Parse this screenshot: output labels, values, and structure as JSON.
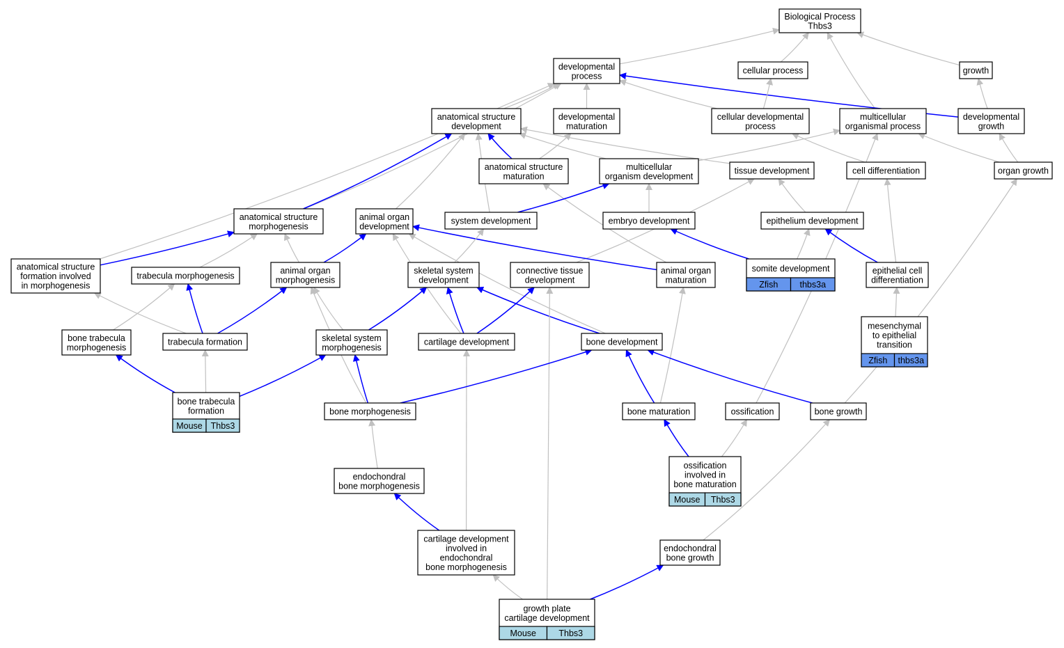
{
  "colors": {
    "edge_gray": "#c0c0c0",
    "edge_blue": "#0000ff",
    "tag_mouse": "#add8e6",
    "tag_zfish": "#6495ed",
    "box_stroke": "#000000",
    "background": "#ffffff"
  },
  "nodes": [
    {
      "id": "bp",
      "lines": [
        "Biological Process",
        "Thbs3"
      ]
    },
    {
      "id": "devproc",
      "lines": [
        "developmental",
        "process"
      ]
    },
    {
      "id": "cellproc",
      "lines": [
        "cellular process"
      ]
    },
    {
      "id": "growth",
      "lines": [
        "growth"
      ]
    },
    {
      "id": "asd",
      "lines": [
        "anatomical structure",
        "development"
      ]
    },
    {
      "id": "devmat",
      "lines": [
        "developmental",
        "maturation"
      ]
    },
    {
      "id": "celldevproc",
      "lines": [
        "cellular developmental",
        "process"
      ]
    },
    {
      "id": "multiorgproc",
      "lines": [
        "multicellular",
        "organismal process"
      ]
    },
    {
      "id": "devgrowth",
      "lines": [
        "developmental",
        "growth"
      ]
    },
    {
      "id": "asmat",
      "lines": [
        "anatomical structure",
        "maturation"
      ]
    },
    {
      "id": "multiorgdev",
      "lines": [
        "multicellular",
        "organism development"
      ]
    },
    {
      "id": "tissuedev",
      "lines": [
        "tissue development"
      ]
    },
    {
      "id": "celldiff",
      "lines": [
        "cell differentiation"
      ]
    },
    {
      "id": "organgrowth",
      "lines": [
        "organ growth"
      ]
    },
    {
      "id": "asmorph",
      "lines": [
        "anatomical structure",
        "morphogenesis"
      ]
    },
    {
      "id": "aodev",
      "lines": [
        "animal organ",
        "development"
      ]
    },
    {
      "id": "sysdev",
      "lines": [
        "system development"
      ]
    },
    {
      "id": "embryodev",
      "lines": [
        "embryo development"
      ]
    },
    {
      "id": "epidev",
      "lines": [
        "epithelium development"
      ]
    },
    {
      "id": "asformation",
      "lines": [
        "anatomical structure",
        "formation involved",
        "in morphogenesis"
      ]
    },
    {
      "id": "trabmorph",
      "lines": [
        "trabecula morphogenesis"
      ]
    },
    {
      "id": "aomorph",
      "lines": [
        "animal organ",
        "morphogenesis"
      ]
    },
    {
      "id": "skeldev",
      "lines": [
        "skeletal system",
        "development"
      ]
    },
    {
      "id": "ctdev",
      "lines": [
        "connective tissue",
        "development"
      ]
    },
    {
      "id": "aomat",
      "lines": [
        "animal organ",
        "maturation"
      ]
    },
    {
      "id": "somitedev",
      "lines": [
        "somite development"
      ],
      "tag": {
        "species": "Zfish",
        "gene": "thbs3a",
        "color": "#6495ed"
      }
    },
    {
      "id": "epicelldiff",
      "lines": [
        "epithelial cell",
        "differentiation"
      ]
    },
    {
      "id": "btmorph",
      "lines": [
        "bone trabecula",
        "morphogenesis"
      ]
    },
    {
      "id": "trabform",
      "lines": [
        "trabecula formation"
      ]
    },
    {
      "id": "skelmorph",
      "lines": [
        "skeletal system",
        "morphogenesis"
      ]
    },
    {
      "id": "cartdev",
      "lines": [
        "cartilage development"
      ]
    },
    {
      "id": "bonedev",
      "lines": [
        "bone development"
      ]
    },
    {
      "id": "mesenchymal",
      "lines": [
        "mesenchymal",
        "to epithelial",
        "transition"
      ],
      "tag": {
        "species": "Zfish",
        "gene": "thbs3a",
        "color": "#6495ed"
      }
    },
    {
      "id": "btformation",
      "lines": [
        "bone trabecula",
        "formation"
      ],
      "tag": {
        "species": "Mouse",
        "gene": "Thbs3",
        "color": "#add8e6"
      }
    },
    {
      "id": "bonemorph",
      "lines": [
        "bone morphogenesis"
      ]
    },
    {
      "id": "bonemat",
      "lines": [
        "bone maturation"
      ]
    },
    {
      "id": "ossification",
      "lines": [
        "ossification"
      ]
    },
    {
      "id": "bonegrowth",
      "lines": [
        "bone growth"
      ]
    },
    {
      "id": "ossinvmat",
      "lines": [
        "ossification",
        "involved in",
        "bone maturation"
      ],
      "tag": {
        "species": "Mouse",
        "gene": "Thbs3",
        "color": "#add8e6"
      }
    },
    {
      "id": "endobonemorph",
      "lines": [
        "endochondral",
        "bone morphogenesis"
      ]
    },
    {
      "id": "cartinvendo",
      "lines": [
        "cartilage development",
        "involved in",
        "endochondral",
        "bone morphogenesis"
      ]
    },
    {
      "id": "endobonegrowth",
      "lines": [
        "endochondral",
        "bone growth"
      ]
    },
    {
      "id": "growthplate",
      "lines": [
        "growth plate",
        "cartilage development"
      ],
      "tag": {
        "species": "Mouse",
        "gene": "Thbs3",
        "color": "#add8e6"
      }
    }
  ],
  "edges": [
    {
      "from": "devproc",
      "to": "bp",
      "kind": "gray"
    },
    {
      "from": "cellproc",
      "to": "bp",
      "kind": "gray"
    },
    {
      "from": "growth",
      "to": "bp",
      "kind": "gray"
    },
    {
      "from": "multiorgproc",
      "to": "bp",
      "kind": "gray"
    },
    {
      "from": "asd",
      "to": "devproc",
      "kind": "gray"
    },
    {
      "from": "devmat",
      "to": "devproc",
      "kind": "gray"
    },
    {
      "from": "celldevproc",
      "to": "devproc",
      "kind": "gray"
    },
    {
      "from": "devgrowth",
      "to": "devproc",
      "kind": "blue"
    },
    {
      "from": "asmorph",
      "to": "devproc",
      "kind": "gray"
    },
    {
      "from": "asformation",
      "to": "devproc",
      "kind": "gray"
    },
    {
      "from": "celldevproc",
      "to": "cellproc",
      "kind": "gray"
    },
    {
      "from": "devgrowth",
      "to": "growth",
      "kind": "gray"
    },
    {
      "from": "asmat",
      "to": "asd",
      "kind": "blue"
    },
    {
      "from": "asmorph",
      "to": "asd",
      "kind": "blue"
    },
    {
      "from": "aodev",
      "to": "asd",
      "kind": "gray"
    },
    {
      "from": "sysdev",
      "to": "asd",
      "kind": "gray"
    },
    {
      "from": "multiorgdev",
      "to": "asd",
      "kind": "gray"
    },
    {
      "from": "tissuedev",
      "to": "asd",
      "kind": "gray"
    },
    {
      "from": "asmat",
      "to": "devmat",
      "kind": "gray"
    },
    {
      "from": "celldiff",
      "to": "celldevproc",
      "kind": "gray"
    },
    {
      "from": "multiorgdev",
      "to": "multiorgproc",
      "kind": "gray"
    },
    {
      "from": "organgrowth",
      "to": "multiorgproc",
      "kind": "gray"
    },
    {
      "from": "ossification",
      "to": "multiorgproc",
      "kind": "gray"
    },
    {
      "from": "organgrowth",
      "to": "devgrowth",
      "kind": "gray"
    },
    {
      "from": "aomat",
      "to": "asmat",
      "kind": "gray"
    },
    {
      "from": "sysdev",
      "to": "multiorgdev",
      "kind": "blue"
    },
    {
      "from": "embryodev",
      "to": "multiorgdev",
      "kind": "gray"
    },
    {
      "from": "epidev",
      "to": "tissuedev",
      "kind": "gray"
    },
    {
      "from": "ctdev",
      "to": "tissuedev",
      "kind": "gray"
    },
    {
      "from": "epicelldiff",
      "to": "celldiff",
      "kind": "gray"
    },
    {
      "from": "bonegrowth",
      "to": "organgrowth",
      "kind": "gray"
    },
    {
      "from": "asformation",
      "to": "asmorph",
      "kind": "blue"
    },
    {
      "from": "trabmorph",
      "to": "asmorph",
      "kind": "gray"
    },
    {
      "from": "aomorph",
      "to": "asmorph",
      "kind": "gray"
    },
    {
      "from": "aomorph",
      "to": "aodev",
      "kind": "blue"
    },
    {
      "from": "aomat",
      "to": "aodev",
      "kind": "blue"
    },
    {
      "from": "cartdev",
      "to": "aodev",
      "kind": "gray"
    },
    {
      "from": "bonedev",
      "to": "aodev",
      "kind": "gray"
    },
    {
      "from": "skeldev",
      "to": "sysdev",
      "kind": "gray"
    },
    {
      "from": "somitedev",
      "to": "embryodev",
      "kind": "blue"
    },
    {
      "from": "somitedev",
      "to": "epidev",
      "kind": "gray"
    },
    {
      "from": "epicelldiff",
      "to": "epidev",
      "kind": "blue"
    },
    {
      "from": "trabform",
      "to": "asformation",
      "kind": "gray"
    },
    {
      "from": "btmorph",
      "to": "trabmorph",
      "kind": "gray"
    },
    {
      "from": "trabform",
      "to": "trabmorph",
      "kind": "blue"
    },
    {
      "from": "trabform",
      "to": "aomorph",
      "kind": "blue"
    },
    {
      "from": "skelmorph",
      "to": "aomorph",
      "kind": "gray"
    },
    {
      "from": "bonemorph",
      "to": "aomorph",
      "kind": "gray"
    },
    {
      "from": "skelmorph",
      "to": "skeldev",
      "kind": "blue"
    },
    {
      "from": "cartdev",
      "to": "skeldev",
      "kind": "blue"
    },
    {
      "from": "bonedev",
      "to": "skeldev",
      "kind": "blue"
    },
    {
      "from": "cartdev",
      "to": "ctdev",
      "kind": "blue"
    },
    {
      "from": "growthplate",
      "to": "ctdev",
      "kind": "gray"
    },
    {
      "from": "bonemat",
      "to": "aomat",
      "kind": "gray"
    },
    {
      "from": "mesenchymal",
      "to": "epicelldiff",
      "kind": "gray"
    },
    {
      "from": "btformation",
      "to": "btmorph",
      "kind": "blue"
    },
    {
      "from": "btformation",
      "to": "trabform",
      "kind": "gray"
    },
    {
      "from": "btformation",
      "to": "skelmorph",
      "kind": "blue"
    },
    {
      "from": "bonemorph",
      "to": "skelmorph",
      "kind": "blue"
    },
    {
      "from": "cartinvendo",
      "to": "cartdev",
      "kind": "gray"
    },
    {
      "from": "bonemorph",
      "to": "bonedev",
      "kind": "blue"
    },
    {
      "from": "bonemat",
      "to": "bonedev",
      "kind": "blue"
    },
    {
      "from": "bonegrowth",
      "to": "bonedev",
      "kind": "blue"
    },
    {
      "from": "endobonemorph",
      "to": "bonemorph",
      "kind": "gray"
    },
    {
      "from": "ossinvmat",
      "to": "bonemat",
      "kind": "blue"
    },
    {
      "from": "ossinvmat",
      "to": "ossification",
      "kind": "gray"
    },
    {
      "from": "endobonegrowth",
      "to": "bonegrowth",
      "kind": "gray"
    },
    {
      "from": "cartinvendo",
      "to": "endobonemorph",
      "kind": "blue"
    },
    {
      "from": "growthplate",
      "to": "cartinvendo",
      "kind": "gray"
    },
    {
      "from": "growthplate",
      "to": "endobonegrowth",
      "kind": "blue"
    }
  ]
}
